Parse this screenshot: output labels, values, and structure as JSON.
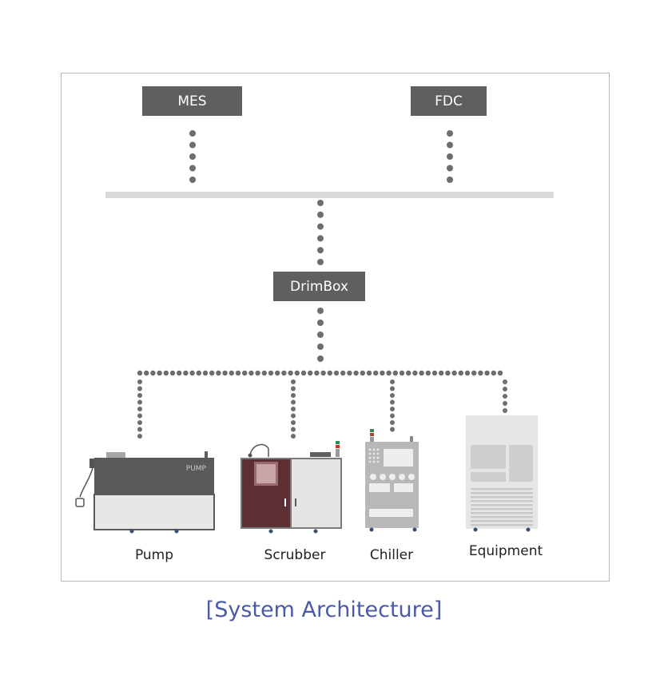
{
  "nodes": {
    "mes": "MES",
    "fdc": "FDC",
    "drimbox": "DrimBox"
  },
  "equipment": {
    "pump": {
      "label": "Pump",
      "badge": "PUMP"
    },
    "scrubber": {
      "label": "Scrubber"
    },
    "chiller": {
      "label": "Chiller"
    },
    "equipment": {
      "label": "Equipment"
    }
  },
  "caption": "[System Architecture]",
  "colors": {
    "node_fill": "#5f5f5f",
    "dots": "#6d6d6d",
    "bus": "#d9d9d9",
    "caption": "#4a5aa8",
    "scrubber_body": "#5b2f33"
  }
}
